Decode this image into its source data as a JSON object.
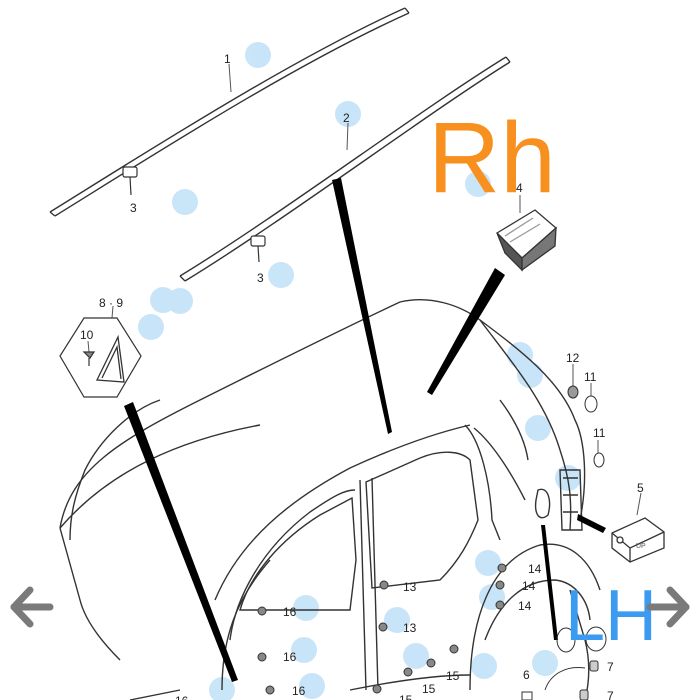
{
  "overlay": {
    "rh_label": "Rh",
    "lh_label": "LH",
    "rh_color": "#f7901e",
    "lh_color": "#3b9bf0"
  },
  "navigation": {
    "prev_icon": "arrow-left-icon",
    "next_icon": "arrow-right-icon",
    "arrow_color": "#7a7a7a"
  },
  "callouts": {
    "roof_rail_rh": "1",
    "roof_rail_lh": "2",
    "rail_clip_upper": "3",
    "rail_clip_lower": "3",
    "control_unit_upper": "4",
    "control_unit_lower": "5",
    "quarter_trim": "8 · 9",
    "screw": "10",
    "grommet_a": "11",
    "grommet_b": "11",
    "plug": "12",
    "plug_13a": "13",
    "plug_13b": "13",
    "plug_14a": "14",
    "plug_14b": "14",
    "plug_14c": "14",
    "plug_14d": "14",
    "plug_15a": "15",
    "plug_15b": "15",
    "plug_15c": "15",
    "plug_16a": "16",
    "plug_16b": "16",
    "plug_16c": "16",
    "plug_16d": "16",
    "clip_6": "6",
    "clip_7a": "7",
    "clip_7b": "7"
  },
  "colors": {
    "line": "#333333",
    "highlight_dot": "#bfe0f7",
    "pointer": "#000000"
  }
}
